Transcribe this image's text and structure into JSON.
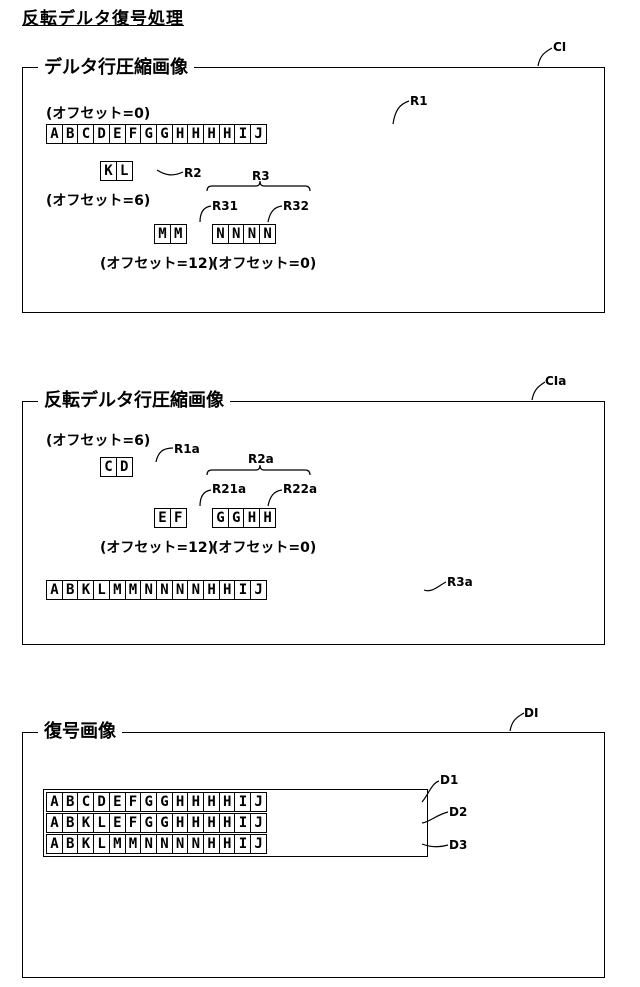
{
  "title": "反転デルタ復号処理",
  "panel1": {
    "label": "デルタ行圧縮画像",
    "ref": "CI",
    "offset_r1": "(オフセット=0)",
    "row_r1": [
      "A",
      "B",
      "C",
      "D",
      "E",
      "F",
      "G",
      "G",
      "H",
      "H",
      "H",
      "H",
      "I",
      "J"
    ],
    "ref_r1": "R1",
    "row_r2": [
      "K",
      "L"
    ],
    "ref_r2": "R2",
    "offset_r2": "(オフセット=6)",
    "ref_r3": "R3",
    "ref_r31": "R31",
    "ref_r32": "R32",
    "row_r31": [
      "M",
      "M"
    ],
    "row_r32": [
      "N",
      "N",
      "N",
      "N"
    ],
    "offset_r31": "(オフセット=12)",
    "offset_r32": "(オフセット=0)"
  },
  "panel2": {
    "label": "反転デルタ行圧縮画像",
    "ref": "CIa",
    "offset_r1a": "(オフセット=6)",
    "row_r1a": [
      "C",
      "D"
    ],
    "ref_r1a": "R1a",
    "ref_r2a": "R2a",
    "ref_r21a": "R21a",
    "ref_r22a": "R22a",
    "row_r21a": [
      "E",
      "F"
    ],
    "row_r22a": [
      "G",
      "G",
      "H",
      "H"
    ],
    "offset_r21a": "(オフセット=12)",
    "offset_r22a": "(オフセット=0)",
    "row_r3a": [
      "A",
      "B",
      "K",
      "L",
      "M",
      "M",
      "N",
      "N",
      "N",
      "N",
      "H",
      "H",
      "I",
      "J"
    ],
    "ref_r3a": "R3a"
  },
  "panel3": {
    "label": "復号画像",
    "ref": "DI",
    "row_d1": [
      "A",
      "B",
      "C",
      "D",
      "E",
      "F",
      "G",
      "G",
      "H",
      "H",
      "H",
      "H",
      "I",
      "J"
    ],
    "row_d2": [
      "A",
      "B",
      "K",
      "L",
      "E",
      "F",
      "G",
      "G",
      "H",
      "H",
      "H",
      "H",
      "I",
      "J"
    ],
    "row_d3": [
      "A",
      "B",
      "K",
      "L",
      "M",
      "M",
      "N",
      "N",
      "N",
      "N",
      "H",
      "H",
      "I",
      "J"
    ],
    "ref_d1": "D1",
    "ref_d2": "D2",
    "ref_d3": "D3"
  }
}
